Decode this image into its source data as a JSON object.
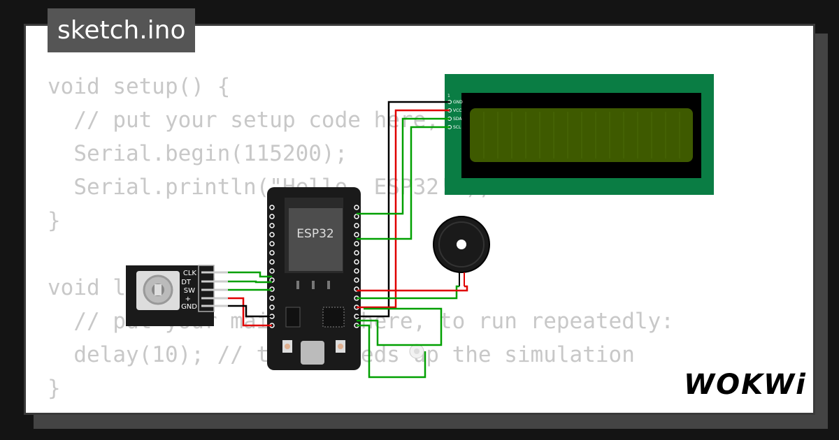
{
  "tab": {
    "filename": "sketch.ino"
  },
  "code_lines": [
    "void setup() {",
    "  // put your setup code here, to run once:",
    "  Serial.begin(115200);",
    "  Serial.println(\"Hello, ESP32!\");",
    "}",
    "",
    "void loop() {",
    "  // put your main code here, to run repeatedly:",
    "  delay(10); // this speeds up the simulation",
    "}"
  ],
  "esp32": {
    "label": "ESP32"
  },
  "encoder": {
    "pins": [
      "CLK",
      "DT",
      "SW",
      "+",
      "GND"
    ]
  },
  "lcd": {
    "pin1": "1",
    "pins": [
      "GND",
      "VCC",
      "SDA",
      "SCL"
    ]
  },
  "brand": {
    "logo": "WOKWi"
  },
  "colors": {
    "background": "#141414",
    "lcd_board": "#0a7d44",
    "lcd_screen": "#3e5a00",
    "wire_green": "#00a000",
    "wire_red": "#e00000",
    "wire_black": "#000000"
  }
}
